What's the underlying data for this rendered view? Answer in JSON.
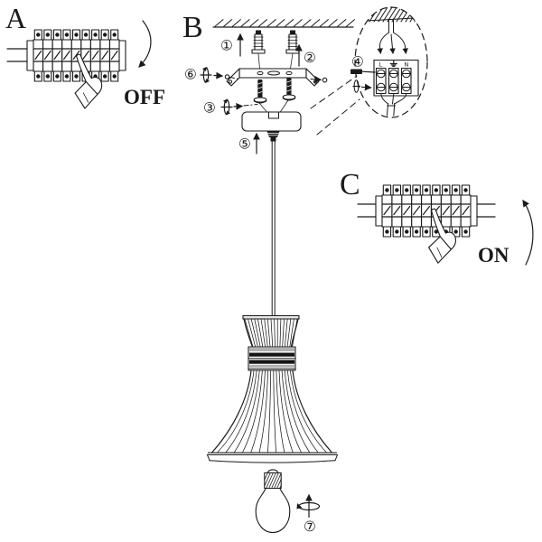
{
  "sections": {
    "a": {
      "label": "A",
      "state": "OFF"
    },
    "b": {
      "label": "B"
    },
    "c": {
      "label": "C",
      "state": "ON"
    }
  },
  "steps": {
    "s1": "①",
    "s2": "②",
    "s3": "③",
    "s4": "④",
    "s5": "⑤",
    "s6": "⑥",
    "s7": "⑦"
  },
  "terminals": {
    "live": "L",
    "earth": "⏚",
    "neutral": "N"
  },
  "icons": {
    "earth_terminal": "earth-ground-icon",
    "rotation_arrows": "rotate-direction-icon",
    "magnifier": "zoom-detail-ellipse"
  },
  "colors": {
    "ink": "#1a1a1a",
    "band_gray": "#b0b0b0",
    "band_dark": "#141414",
    "background": "#ffffff"
  }
}
